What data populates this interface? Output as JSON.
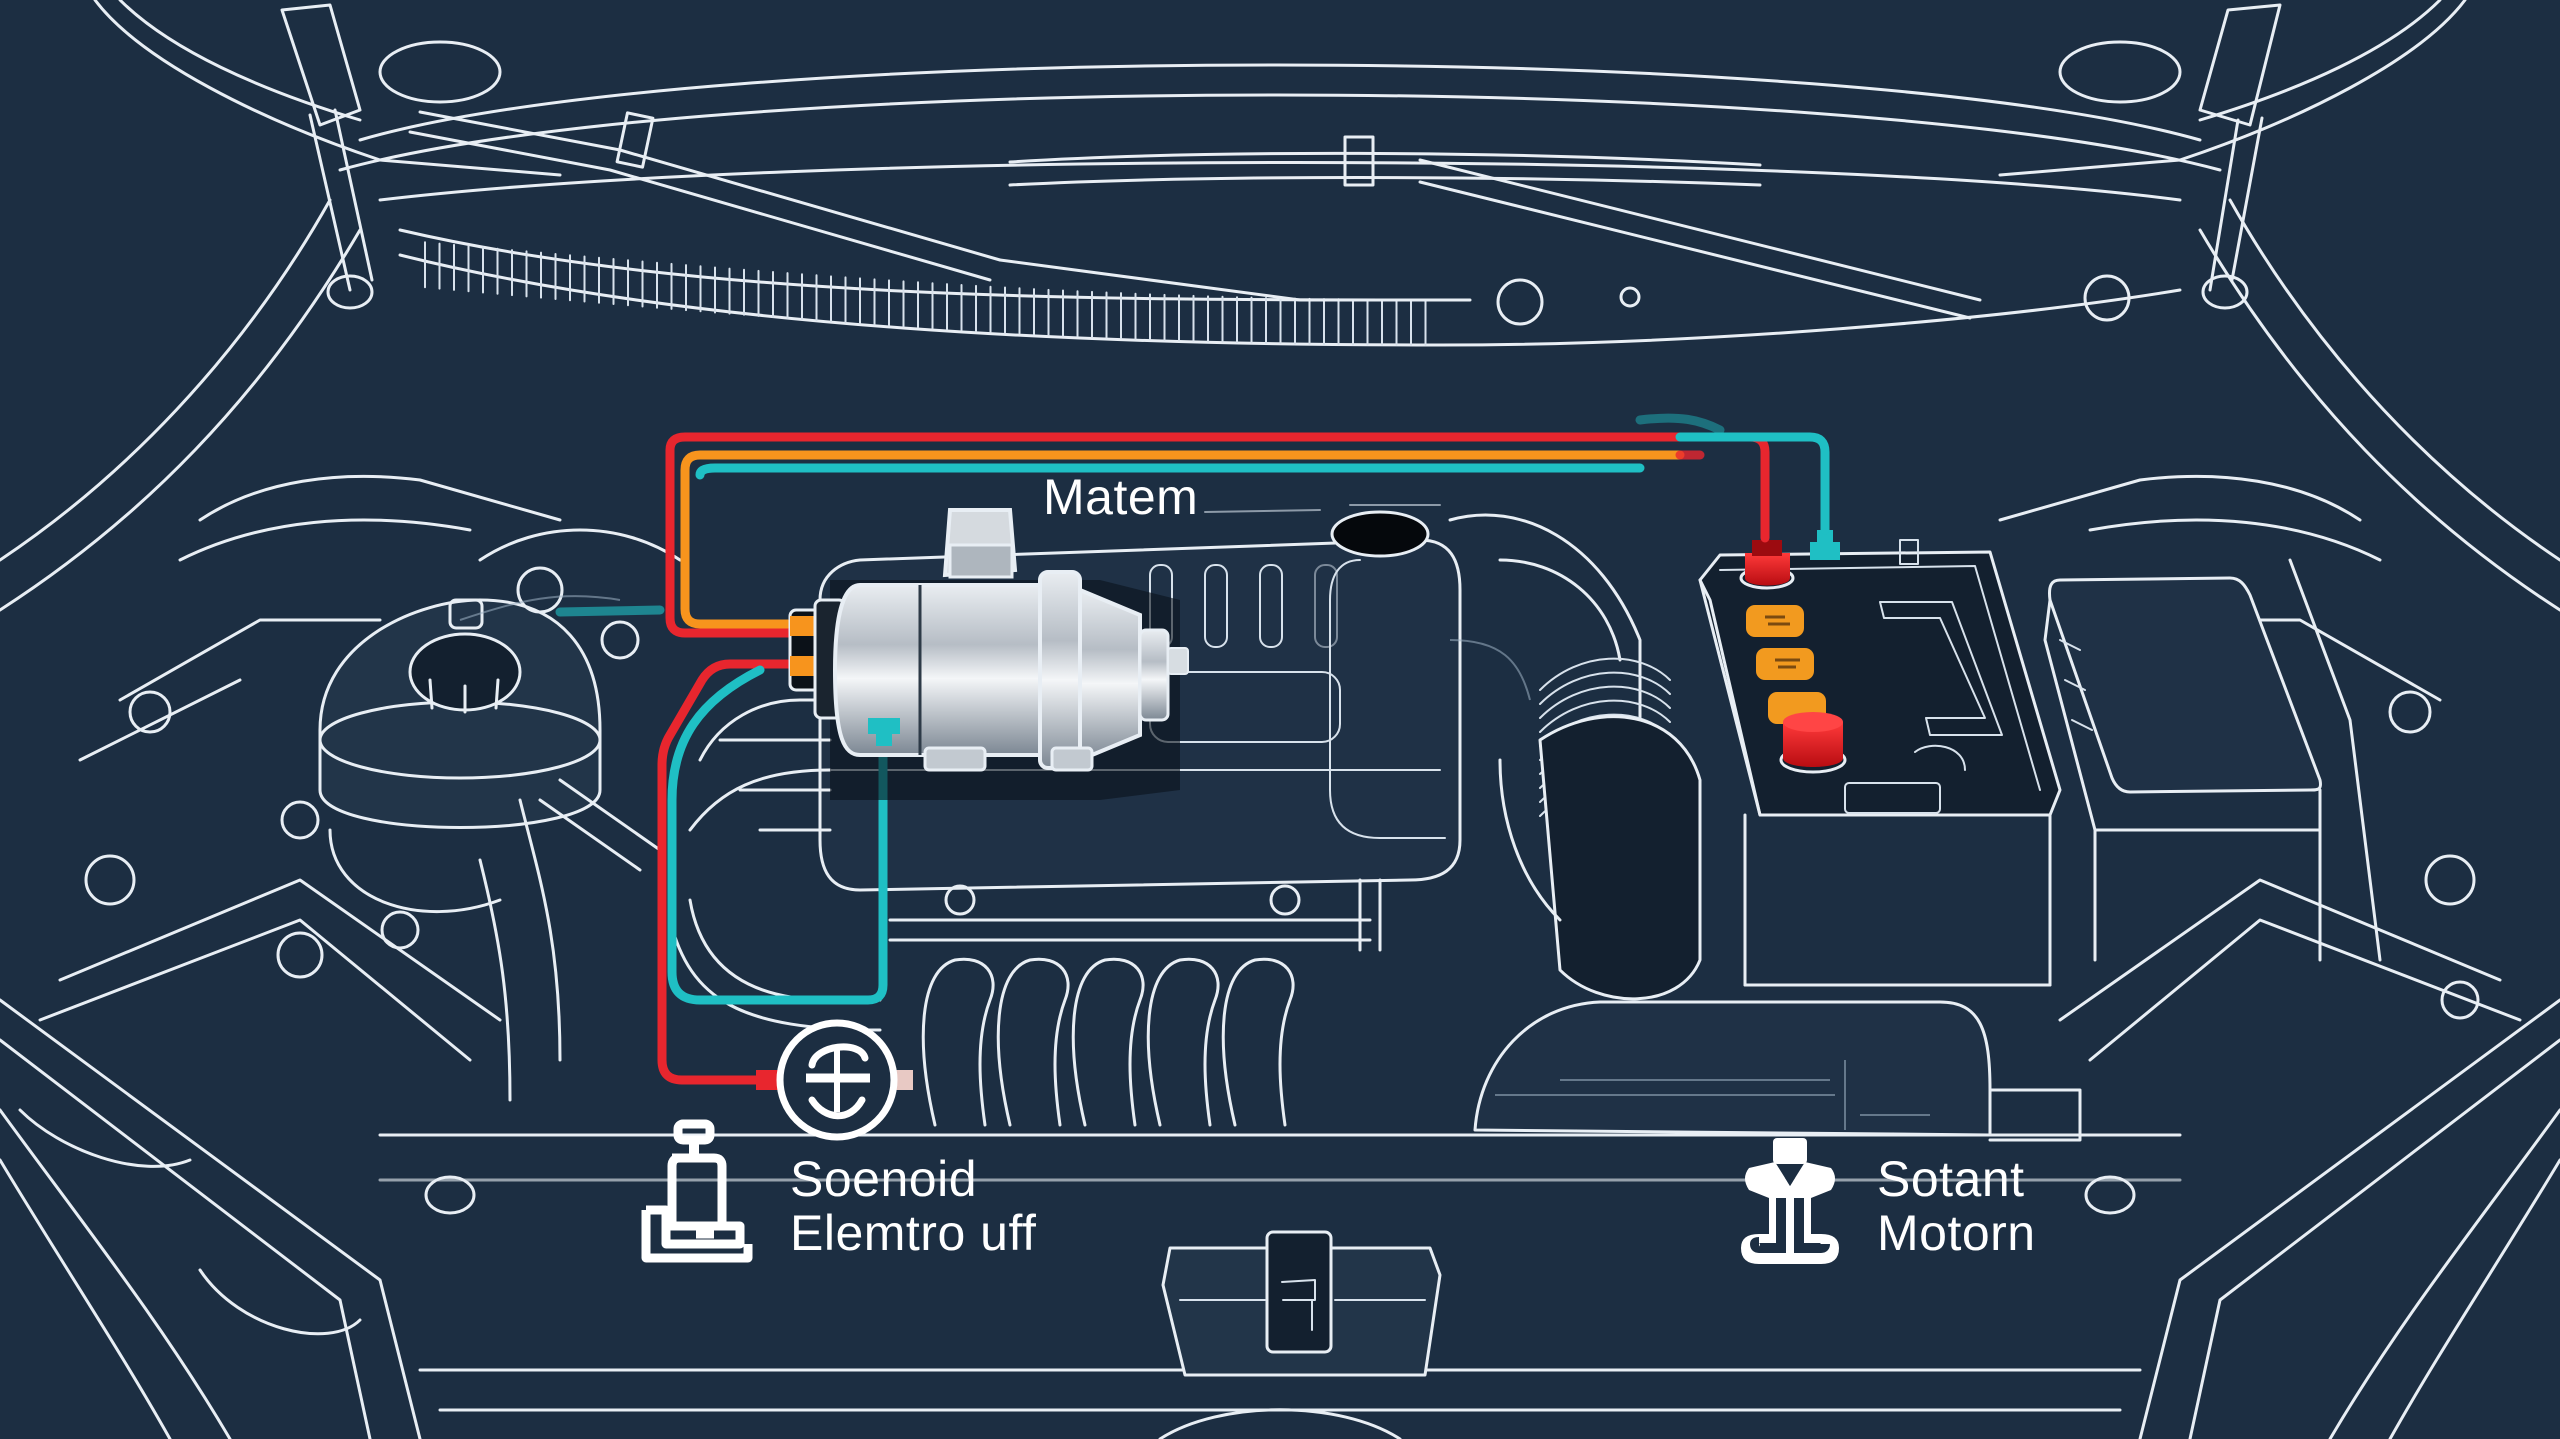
{
  "diagram": {
    "title": "Engine bay starter wiring diagram",
    "background": "#1c2e42",
    "line_color": "#e8eef4",
    "components": [
      {
        "id": "starter-motor",
        "label": "Matem",
        "kind": "starter motor"
      },
      {
        "id": "battery",
        "label": "",
        "kind": "battery"
      },
      {
        "id": "solenoid",
        "label": "",
        "kind": "solenoid switch"
      },
      {
        "id": "coolant-reservoir",
        "label": "",
        "kind": "reservoir"
      },
      {
        "id": "intake-manifold",
        "label": "",
        "kind": "manifold"
      },
      {
        "id": "fuse-box",
        "label": "",
        "kind": "fuse box"
      },
      {
        "id": "air-box",
        "label": "",
        "kind": "air filter housing"
      }
    ],
    "wires": [
      {
        "name": "positive-feed",
        "color": "#e8262e"
      },
      {
        "name": "ignition-feed",
        "color": "#f7941d"
      },
      {
        "name": "signal-ground",
        "color": "#1fbfc4"
      }
    ]
  },
  "labels": {
    "motor": "Matem",
    "legend_solenoid_line1": "Soenoid",
    "legend_solenoid_line2": "Elemtro uff",
    "legend_starter_line1": "Sotant",
    "legend_starter_line2": "Motorn"
  },
  "icons": {
    "solenoid_symbol": "solenoid-switch-icon",
    "legend_left": "solenoid-legend-icon",
    "legend_right": "starter-motor-legend-icon"
  },
  "colors": {
    "red": "#e8262e",
    "orange": "#f7941d",
    "teal": "#1fbfc4",
    "battery_terminal": "#e0141c",
    "battery_cell": "#f29a1f",
    "motor_body": "#c9ced4"
  }
}
